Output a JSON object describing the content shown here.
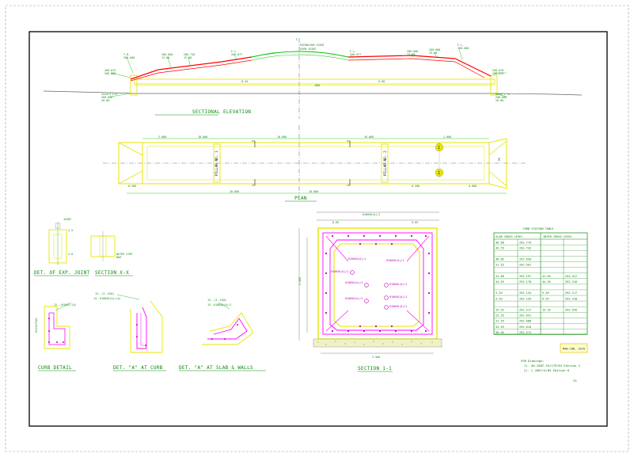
{
  "titles": {
    "sectional_elevation": "SECTIONAL ELEVATION",
    "plan": "PLAN",
    "det_exp_joint": "DET. OF EXP. JOINT",
    "section_xx": "SECTION X-X",
    "curb_detail": "CURB DETAIL",
    "det_a_curb": "DET. \"A\" AT CURB",
    "det_a_slab": "DET. \"A\" AT SLAB & WALLS",
    "section_11": "SECTION 1-1"
  },
  "elevation_labels": {
    "expansion_joint": "EXPANSION JOINT",
    "axis_mark": "C",
    "left_top": "T.B. 200.000",
    "right_top": "F.L. 200.000"
  },
  "plan_labels": {
    "pillar_left": "PILLAR NO. 1",
    "pillar_right": "PILLAR NO. 2",
    "marker_1": "1",
    "marker_x": "X"
  },
  "table": {
    "title": "CURB STATION TABLE",
    "headers": [
      "SLAB CROSS LEVEL",
      "INTER CROSS LEVEL"
    ],
    "rows": [
      [
        "46.68",
        "292.779",
        "",
        ""
      ],
      [
        "45.55",
        "292.732",
        "",
        ""
      ],
      [
        "",
        "",
        "",
        ""
      ],
      [
        "38.85",
        "292.650",
        "",
        ""
      ],
      [
        "31.55",
        "292.561",
        "",
        ""
      ],
      [
        "",
        "",
        "",
        ""
      ],
      [
        "41.68",
        "292.197",
        "41.65",
        "292.427"
      ],
      [
        "44.55",
        "292.178",
        "44.55",
        "292.316"
      ],
      [
        "",
        "",
        "",
        ""
      ],
      [
        "5.55",
        "292.154",
        "5.55",
        "292.217"
      ],
      [
        "9.55",
        "292.155",
        "9.55",
        "292.418"
      ],
      [
        "",
        "",
        "",
        ""
      ],
      [
        "15.55",
        "292.217",
        "15.55",
        "292.545"
      ],
      [
        "25.55",
        "292.651",
        "",
        ""
      ],
      [
        "31.55",
        "292.688",
        "",
        ""
      ],
      [
        "33.55",
        "292.610",
        "",
        ""
      ],
      [
        "36.65",
        "292.574",
        "",
        ""
      ]
    ]
  },
  "stamp": "MAN-CDN. 2070",
  "notes": {
    "line1": "FOR Drawings:",
    "line2": "1). AH-2087-29/17P/83 Edition 2",
    "line3": "2). C-2087/4/83 Edition 6"
  },
  "page_no": "23",
  "colors": {
    "frame": "#000000",
    "road": "#ff0000",
    "concrete": "#ffff00",
    "rebar": "#ff00ff",
    "text": "#0a8a0a",
    "dims": "#00c000",
    "axis": "#555555",
    "stamp_bg": "#ffffcc"
  }
}
